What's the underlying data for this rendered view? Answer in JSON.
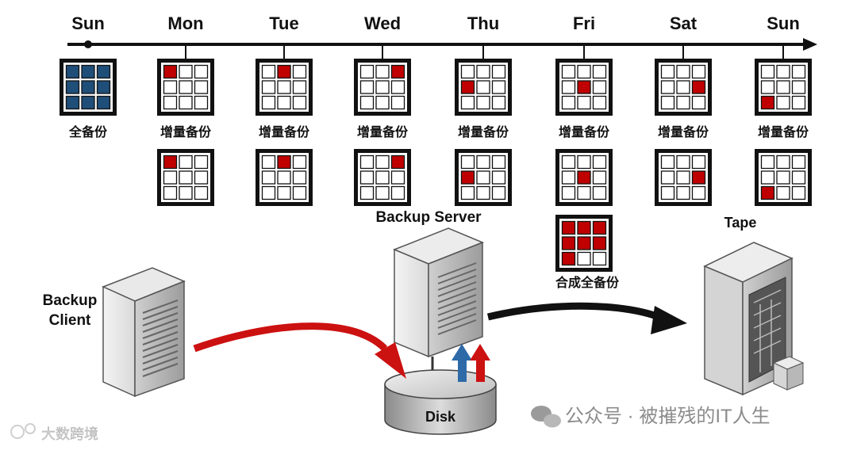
{
  "timeline": {
    "days": [
      "Sun",
      "Mon",
      "Tue",
      "Wed",
      "Thu",
      "Fri",
      "Sat",
      "Sun"
    ],
    "row1": [
      {
        "kind": "full",
        "label": "全备份"
      },
      {
        "kind": "inc",
        "label": "增量备份",
        "filled": [
          0
        ]
      },
      {
        "kind": "inc",
        "label": "增量备份",
        "filled": [
          1
        ]
      },
      {
        "kind": "inc",
        "label": "增量备份",
        "filled": [
          2
        ]
      },
      {
        "kind": "inc",
        "label": "增量备份",
        "filled": [
          3
        ]
      },
      {
        "kind": "inc",
        "label": "增量备份",
        "filled": [
          4
        ]
      },
      {
        "kind": "inc",
        "label": "增量备份",
        "filled": [
          5
        ]
      },
      {
        "kind": "inc",
        "label": "增量备份",
        "filled": [
          6
        ]
      }
    ],
    "row2": [
      {
        "filled": [
          0
        ]
      },
      {
        "filled": [
          1
        ]
      },
      {
        "filled": [
          2
        ]
      },
      {
        "filled": [
          3
        ]
      },
      {
        "filled": [
          4
        ]
      },
      {
        "filled": [
          5
        ]
      },
      {
        "filled": [
          6
        ]
      }
    ]
  },
  "synthetic": {
    "label": "合成全备份",
    "filled": [
      0,
      1,
      2,
      3,
      4,
      5,
      6
    ]
  },
  "labels": {
    "backup_server": "Backup Server",
    "tape": "Tape",
    "client_line1": "Backup",
    "client_line2": "Client",
    "disk": "Disk"
  },
  "watermarks": {
    "bottom_left": "大数跨境",
    "bottom_right": "公众号 · 被摧残的IT人生"
  },
  "colors": {
    "full_cell": "#1f4e79",
    "inc_cell": "#c00000",
    "arrow_red": "#cc1111",
    "arrow_blue": "#2e6aa8"
  }
}
